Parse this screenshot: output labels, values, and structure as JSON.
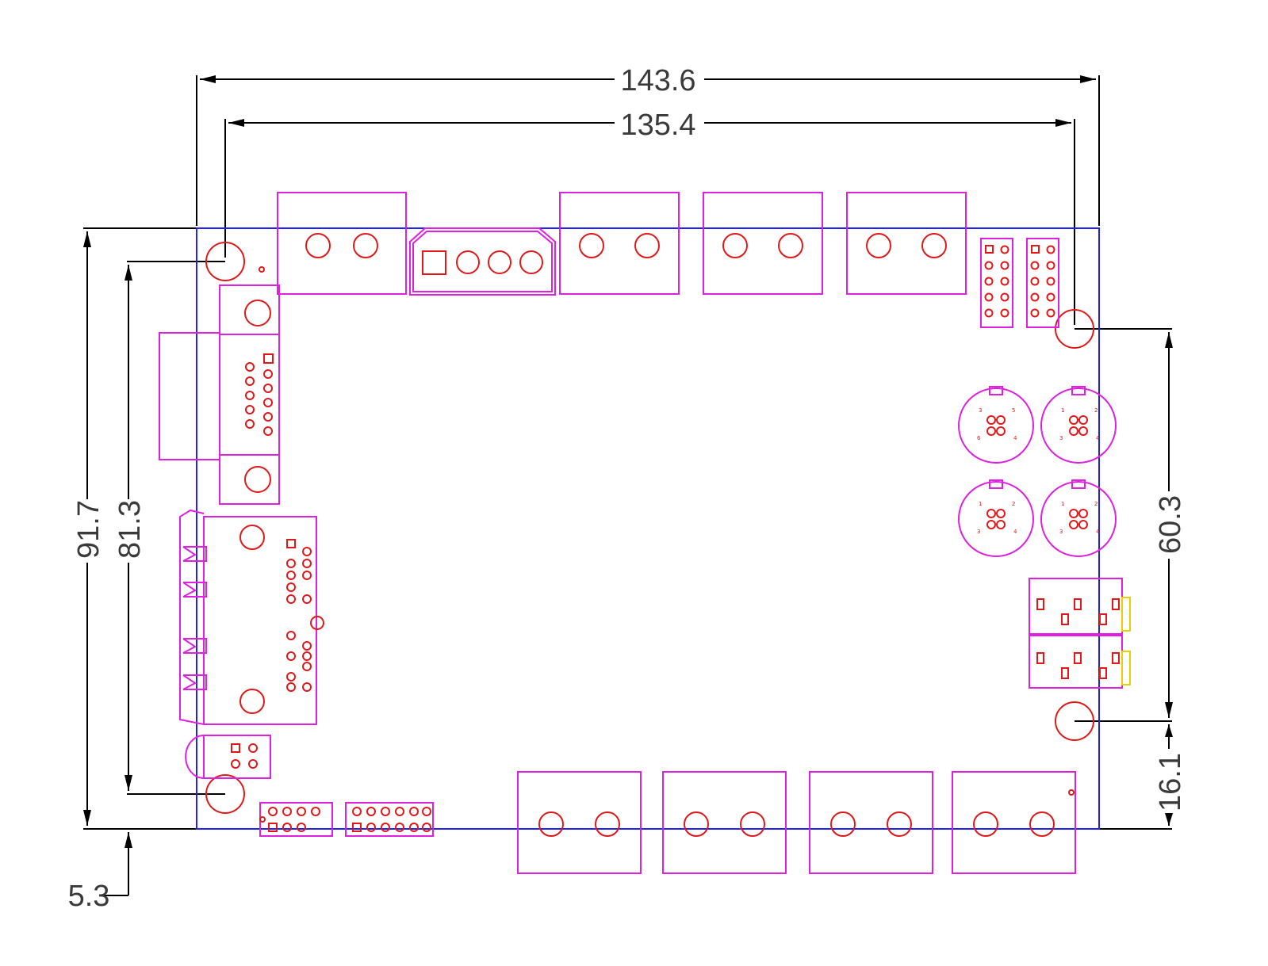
{
  "dimensions": {
    "overall_width": "143.6",
    "hole_spacing_x": "135.4",
    "overall_height": "91.7",
    "hole_spacing_y": "81.3",
    "right_hole_spacing": "60.3",
    "right_hole_offset": "16.1",
    "bottom_offset": "5.3"
  },
  "colors": {
    "dimension_lines": "#000000",
    "board_outline": "#2222ee",
    "component_outline": "#e020e0",
    "pads_and_holes": "#e01818",
    "led_marker": "#e8d000"
  }
}
